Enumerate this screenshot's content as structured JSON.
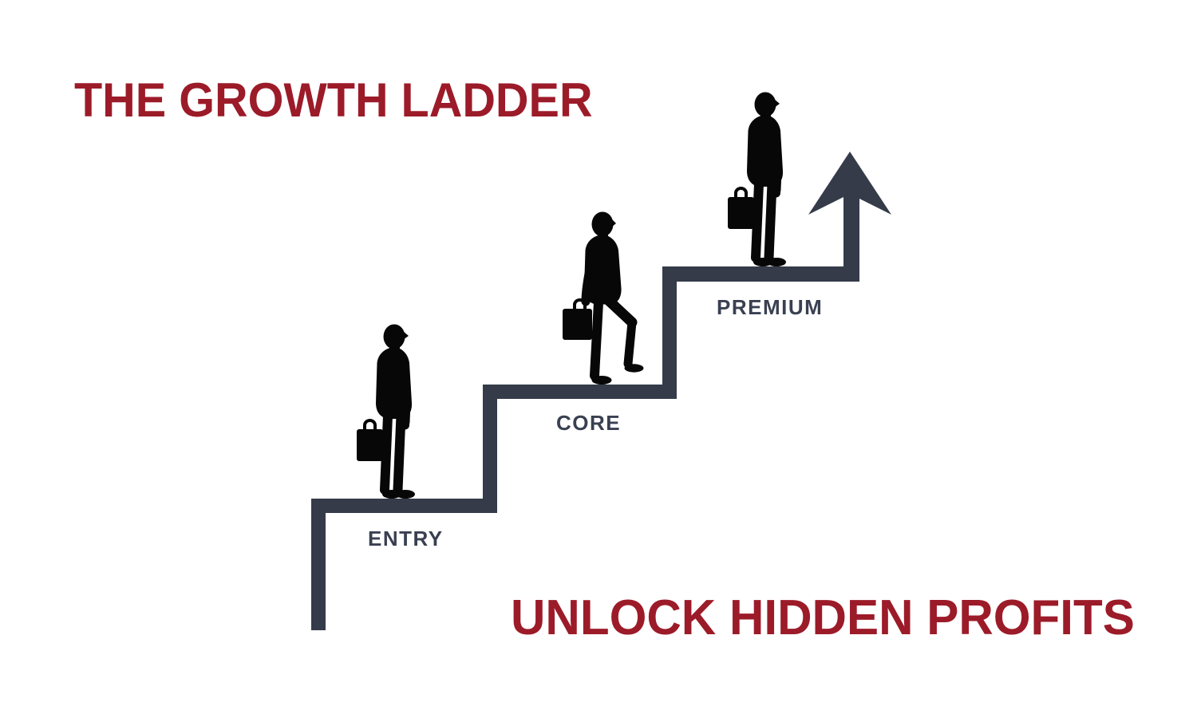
{
  "title": "THE GROWTH LADDER",
  "slogan": "UNLOCK HIDDEN PROFITS",
  "ladder": {
    "steps": [
      {
        "label": "ENTRY",
        "figure": "businessman-standing-with-briefcase"
      },
      {
        "label": "CORE",
        "figure": "businessman-climbing-with-briefcase"
      },
      {
        "label": "PREMIUM",
        "figure": "businessman-standing-with-briefcase"
      }
    ],
    "arrow": "upward-growth-arrow"
  },
  "colors": {
    "accent_red": "#9C1B29",
    "stair_slate": "#353B49",
    "label_slate": "#394051",
    "figure_black": "#070707",
    "background": "#FFFFFF"
  }
}
